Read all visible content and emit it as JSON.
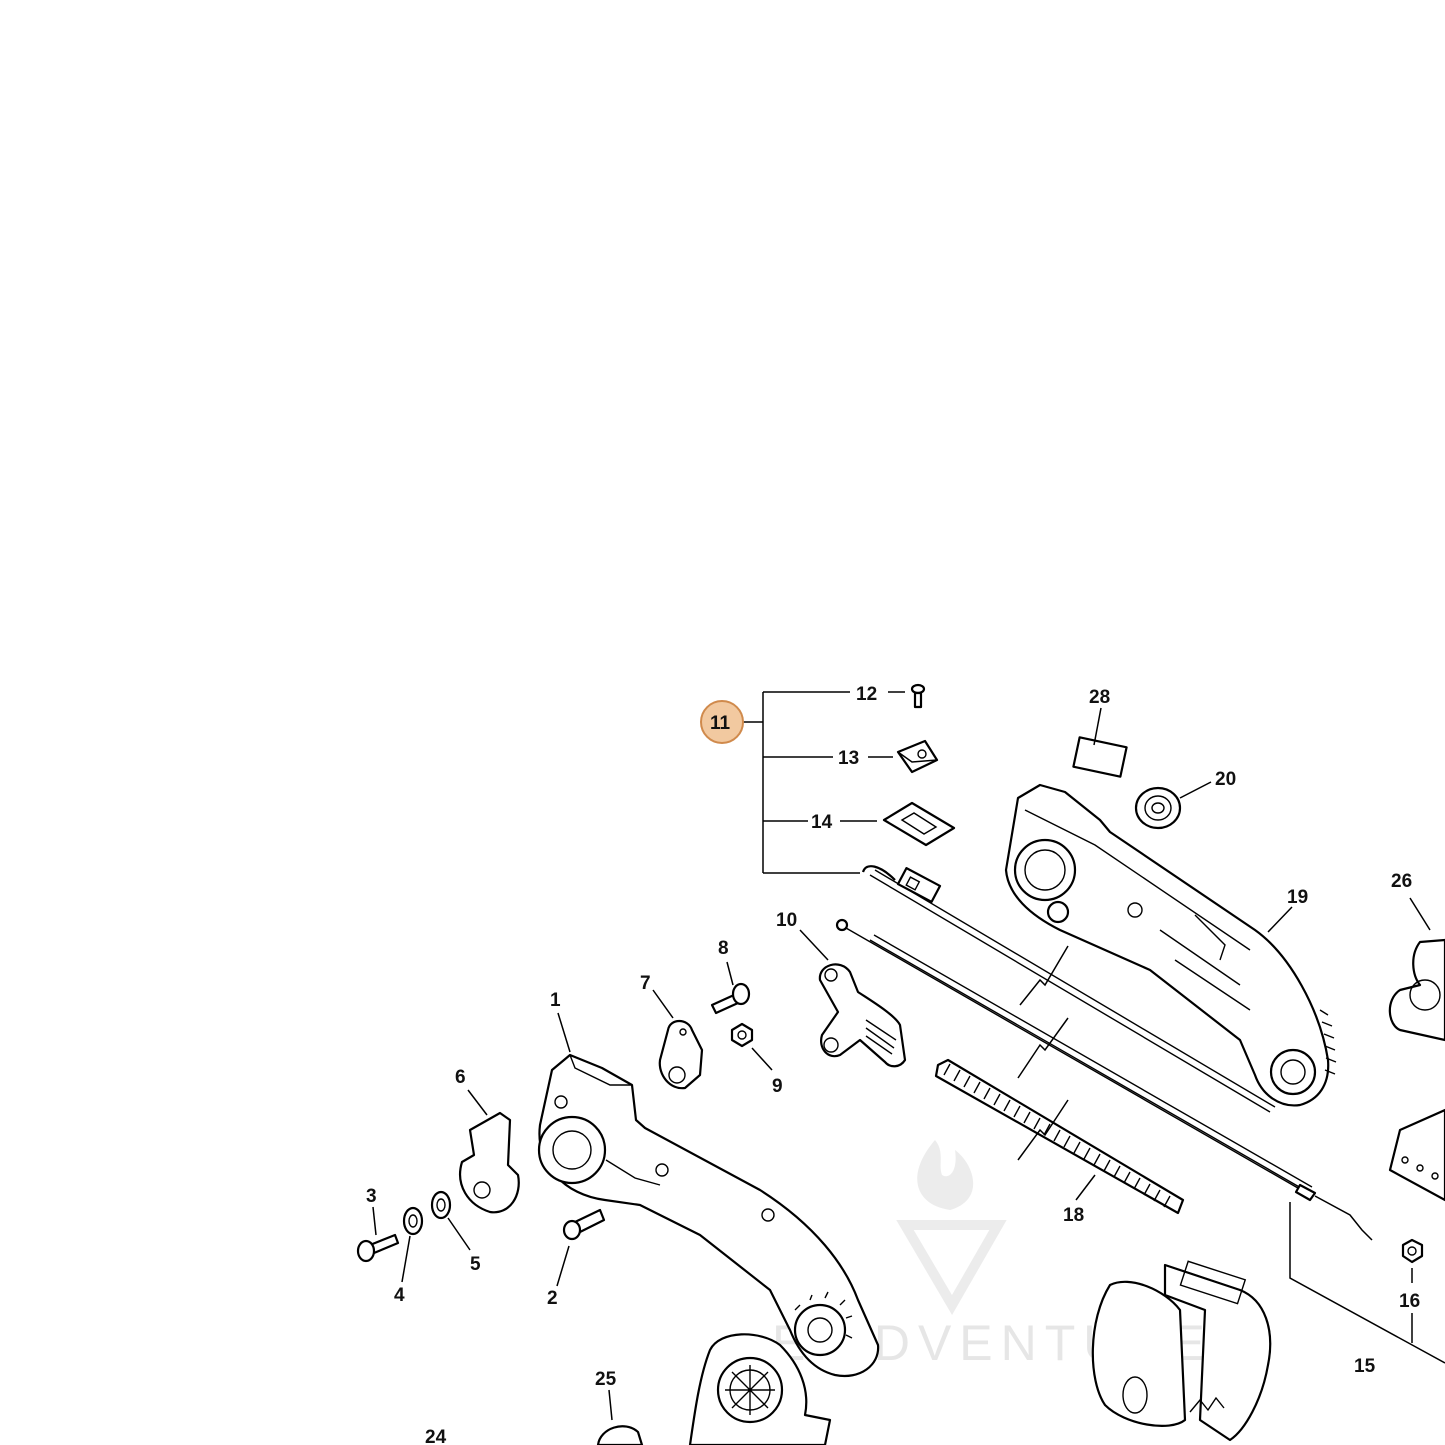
{
  "diagram": {
    "highlight_color": "#f2c9a0",
    "highlight_stroke": "#d08a4c",
    "watermark_text": "E ADVENTURE",
    "labels": {
      "p1": "1",
      "p2": "2",
      "p3": "3",
      "p4": "4",
      "p5": "5",
      "p6": "6",
      "p7": "7",
      "p8": "8",
      "p9": "9",
      "p10": "10",
      "p11": "11",
      "p12": "12",
      "p13": "13",
      "p14": "14",
      "p15": "15",
      "p16": "16",
      "p18": "18",
      "p19": "19",
      "p20": "20",
      "p24": "24",
      "p25": "25",
      "p26": "26",
      "p28": "28"
    }
  }
}
